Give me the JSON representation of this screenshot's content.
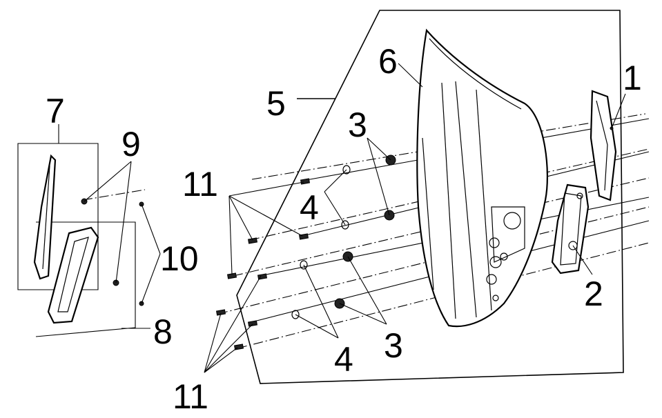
{
  "callouts": {
    "windshield_assembly": "5",
    "windshield": "6",
    "left_upper_cover": "7",
    "left_lower_cover": "8",
    "nut_upper_cover": "9",
    "screw_cover": "10",
    "bracket_right": "1",
    "bracket_lower_right": "2",
    "rubber_grommet_upper": "3",
    "rubber_grommet_lower": "3",
    "washer_upper": "4",
    "washer_lower": "4",
    "bolt_upper": "11",
    "bolt_lower": "11"
  }
}
